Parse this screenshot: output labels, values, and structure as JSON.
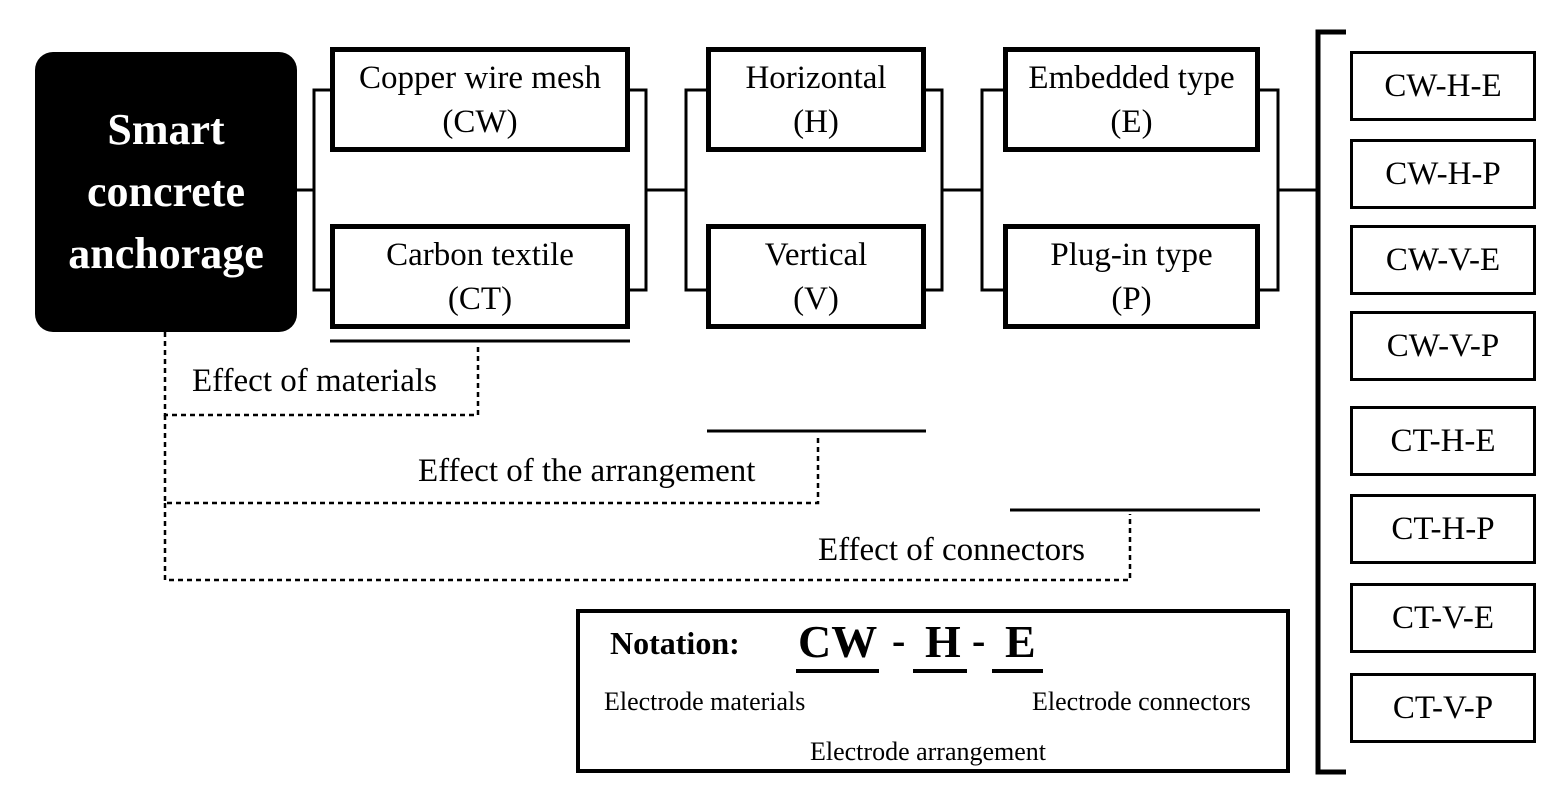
{
  "root": {
    "label": "Smart\nconcrete\nanchorage"
  },
  "columns": [
    {
      "options": [
        "Copper wire mesh\n(CW)",
        "Carbon textile\n(CT)"
      ]
    },
    {
      "options": [
        "Horizontal\n(H)",
        "Vertical\n(V)"
      ]
    },
    {
      "options": [
        "Embedded type\n(E)",
        "Plug-in type\n(P)"
      ]
    }
  ],
  "combinations": [
    "CW-H-E",
    "CW-H-P",
    "CW-V-E",
    "CW-V-P",
    "CT-H-E",
    "CT-H-P",
    "CT-V-E",
    "CT-V-P"
  ],
  "effects": {
    "materials": "Effect of materials",
    "arrangement": "Effect of the arrangement",
    "connectors": "Effect of connectors"
  },
  "notation": {
    "title": "Notation:",
    "part1": "CW",
    "sep1": "-",
    "part2": "H",
    "sep2": "-",
    "part3": "E",
    "label1": "Electrode materials",
    "label2": "Electrode arrangement",
    "label3": "Electrode connectors"
  }
}
